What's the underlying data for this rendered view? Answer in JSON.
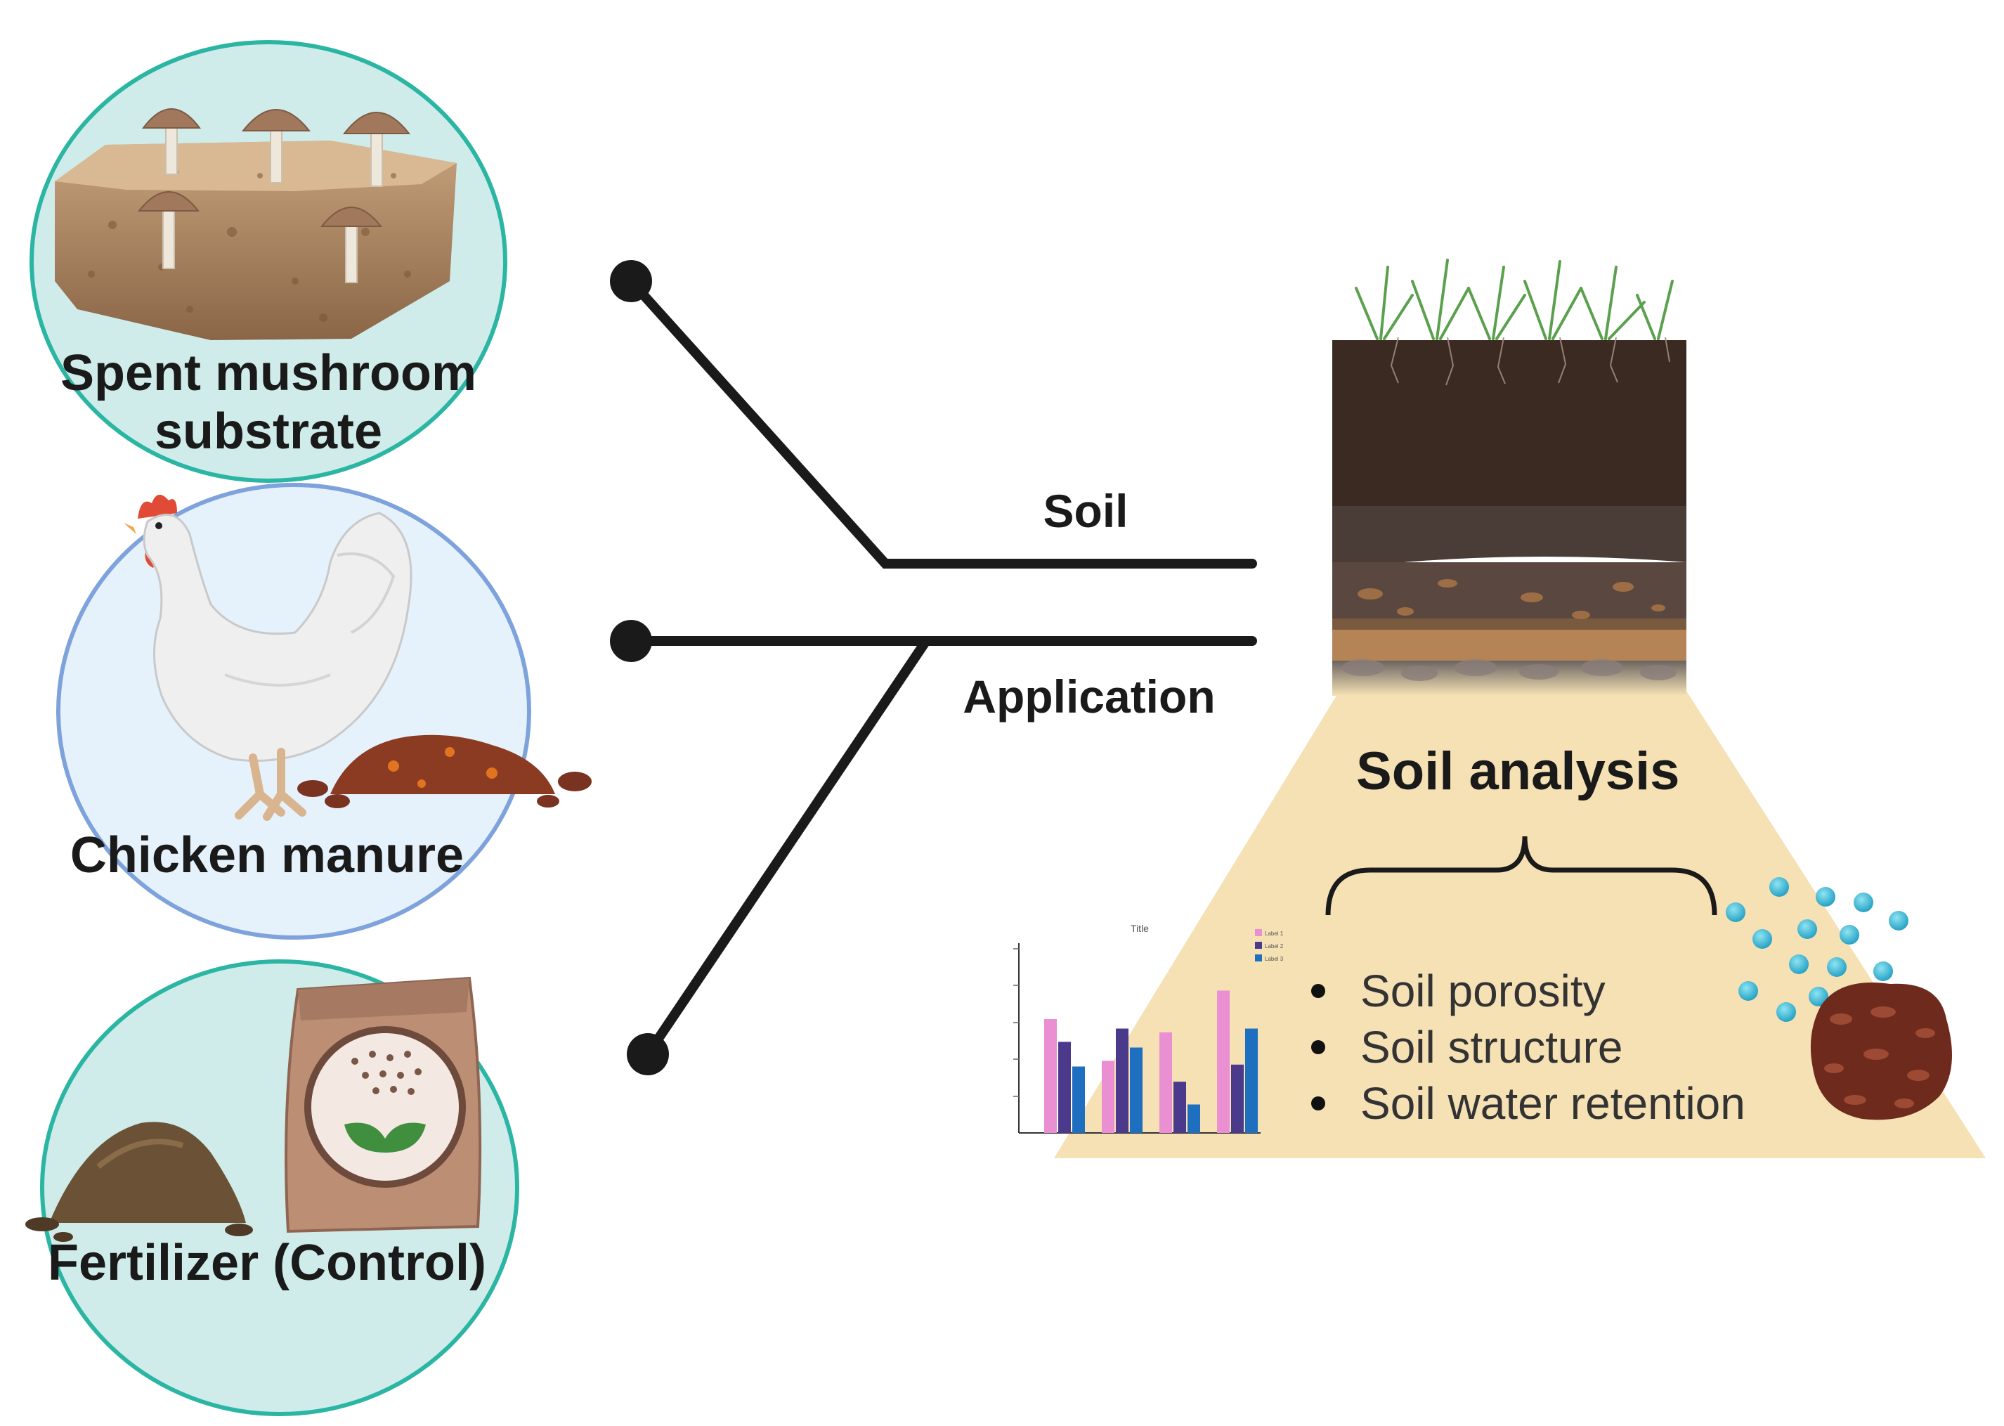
{
  "inputs": {
    "mushroom": {
      "label_line1": "Spent mushroom",
      "label_line2": "substrate"
    },
    "chicken": {
      "label": "Chicken manure"
    },
    "fertilizer": {
      "label": "Fertilizer (Control)"
    }
  },
  "connector": {
    "top_label": "Soil",
    "bottom_label": "Application"
  },
  "analysis": {
    "title": "Soil analysis",
    "items": [
      "Soil porosity",
      "Soil structure",
      "Soil water retention"
    ]
  },
  "mini_chart": {
    "title": "Title",
    "legend": [
      "Label 1",
      "Label 2",
      "Label 3"
    ]
  },
  "colors": {
    "teal_border": "#2bb5a3",
    "teal_fill": "#cfeceb",
    "blue_border": "#7ea2dc",
    "blue_fill": "#e6f2fb",
    "cone": "#f5e1b4",
    "line": "#1a1a1a",
    "series": [
      "#e98fd2",
      "#4b3a8c",
      "#1f6fc0"
    ]
  }
}
